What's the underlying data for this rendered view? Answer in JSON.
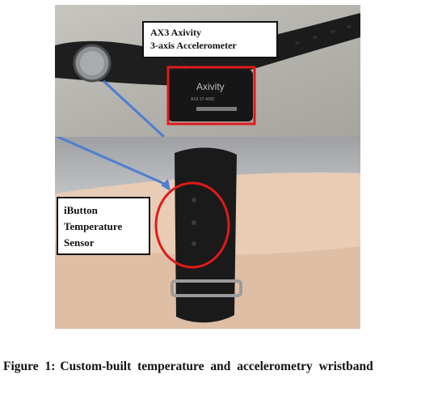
{
  "figure": {
    "label": "Figure 1:",
    "caption": "Custom-built temperature and accelerometry wristband",
    "annotations": {
      "accelerometer": {
        "lines": [
          "AX3 Axivity",
          "3-axis Accelerometer"
        ]
      },
      "temperature": {
        "lines": [
          "iButton",
          "Temperature",
          "Sensor"
        ]
      }
    },
    "device_label": {
      "brand": "Axivity",
      "model": "AX3 17-4000"
    },
    "colors": {
      "highlight": "#e01a1a",
      "arrow": "#4d7fd1"
    }
  }
}
